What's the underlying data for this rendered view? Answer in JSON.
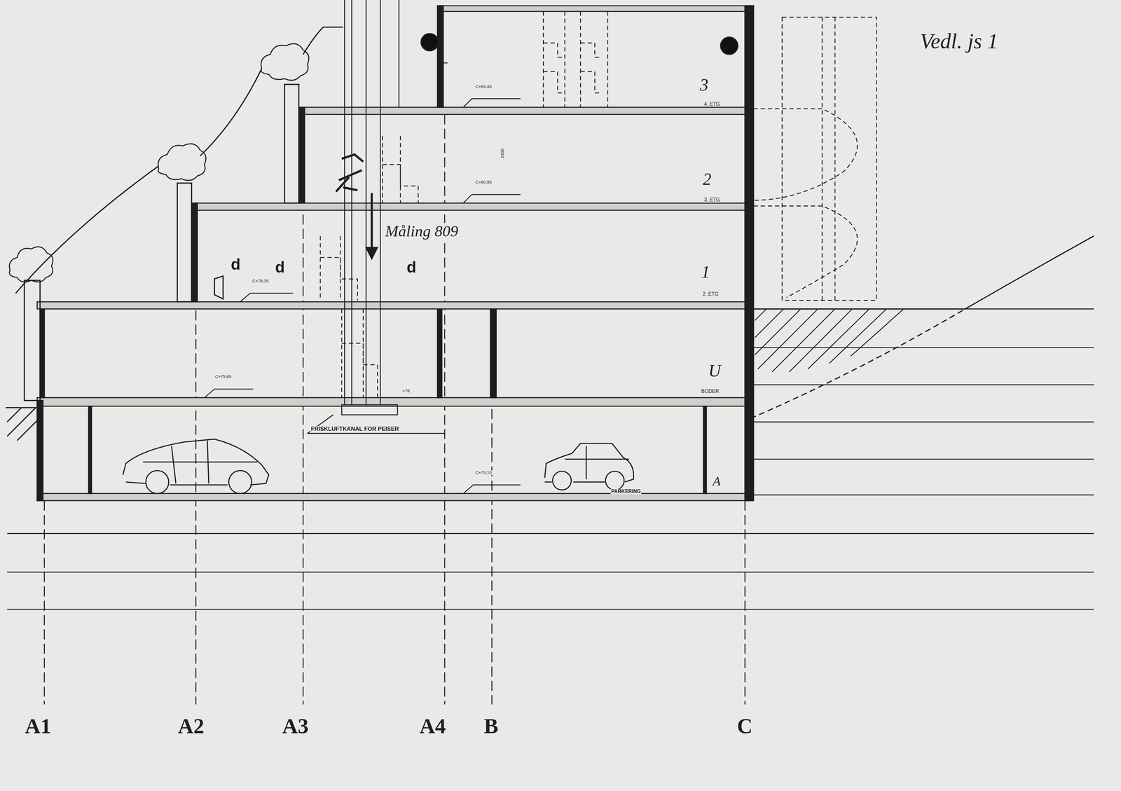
{
  "diagram": {
    "labels": [
      "Vedl. js 1",
      "3",
      "4. ETG",
      "2",
      "3. ETG",
      "1",
      "2. ETG",
      "U",
      "BODER",
      "Måling 809",
      "d",
      "d",
      "d",
      "FRISKLUFTKANAL FOR PEISER",
      "PARKERING",
      "A",
      "2400",
      "C+83,45",
      "C+80,95",
      "C+78,35",
      "C+75,65",
      "C+73,10",
      "+76",
      "A1",
      "A2",
      "A3",
      "A4",
      "B",
      "C"
    ]
  }
}
